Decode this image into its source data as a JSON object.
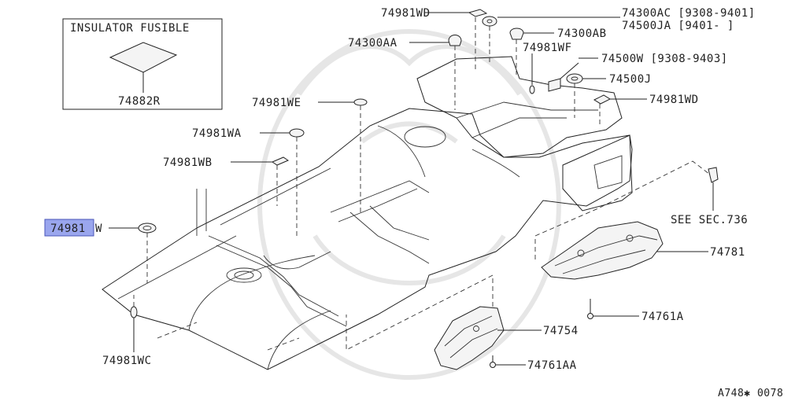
{
  "diagram": {
    "inset_title": "INSULATOR FUSIBLE",
    "inset_part": "74882R",
    "reference_code": "A748✱ 0078",
    "see_section": "SEE SEC.736",
    "highlighted_part": "74981",
    "highlighted_suffix": "W",
    "callouts": {
      "wd_top": "74981WD",
      "ac": "74300AC [9308-9401]",
      "ja": "74500JA [9401-      ]",
      "aa": "74300AA",
      "ab": "74300AB",
      "wf": "74981WF",
      "w_range": "74500W [9308-9403]",
      "j": "74500J",
      "wd_right": "74981WD",
      "we": "74981WE",
      "wa": "74981WA",
      "wb": "74981WB",
      "p74781": "74781",
      "p74761a": "74761A",
      "p74754": "74754",
      "p74761aa": "74761AA",
      "wc": "74981WC"
    }
  },
  "colors": {
    "line": "#222222",
    "highlight": "#9aa6ee",
    "watermark": "#e6e6e6"
  }
}
